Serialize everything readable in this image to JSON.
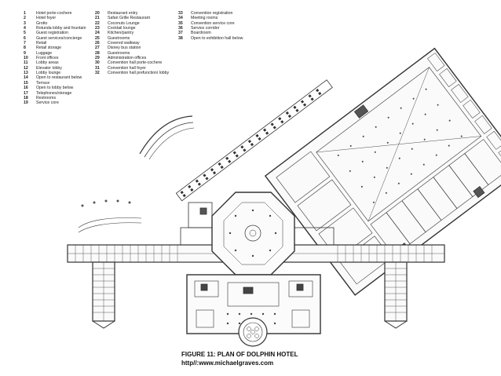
{
  "legend": {
    "column1": [
      {
        "num": "1",
        "label": "Hotel porte-cochere"
      },
      {
        "num": "2",
        "label": "Hotel foyer"
      },
      {
        "num": "3",
        "label": "Grotto"
      },
      {
        "num": "4",
        "label": "Rotunda lobby and fountain"
      },
      {
        "num": "5",
        "label": "Guest registration"
      },
      {
        "num": "6",
        "label": "Guest services/concierge"
      },
      {
        "num": "7",
        "label": "Retail"
      },
      {
        "num": "8",
        "label": "Retail storage"
      },
      {
        "num": "9",
        "label": "Luggage"
      },
      {
        "num": "10",
        "label": "Front offices"
      },
      {
        "num": "11",
        "label": "Lobby areas"
      },
      {
        "num": "12",
        "label": "Elevator lobby"
      },
      {
        "num": "13",
        "label": "Lobby lounge"
      },
      {
        "num": "14",
        "label": "Open to restaurant below"
      },
      {
        "num": "15",
        "label": "Terrace"
      },
      {
        "num": "16",
        "label": "Open to lobby below"
      },
      {
        "num": "17",
        "label": "Telephones/storage"
      },
      {
        "num": "18",
        "label": "Restrooms"
      },
      {
        "num": "19",
        "label": "Service core"
      }
    ],
    "column2": [
      {
        "num": "20",
        "label": "Restaurant entry"
      },
      {
        "num": "21",
        "label": "Safari Grille Restaurant"
      },
      {
        "num": "22",
        "label": "Coconuts Lounge"
      },
      {
        "num": "23",
        "label": "Cocktail lounge"
      },
      {
        "num": "24",
        "label": "Kitchen/pantry"
      },
      {
        "num": "25",
        "label": "Guestrooms"
      },
      {
        "num": "26",
        "label": "Covered walkway"
      },
      {
        "num": "27",
        "label": "Disney bus station"
      },
      {
        "num": "28",
        "label": "Guestrooms"
      },
      {
        "num": "29",
        "label": "Administration offices"
      },
      {
        "num": "30",
        "label": "Convention hall porte-cochere"
      },
      {
        "num": "31",
        "label": "Convention hall foyer"
      },
      {
        "num": "32",
        "label": "Convention hall prefunction/ lobby"
      }
    ],
    "column3": [
      {
        "num": "33",
        "label": "Convention registration"
      },
      {
        "num": "34",
        "label": "Meeting rooms"
      },
      {
        "num": "35",
        "label": "Convention service core"
      },
      {
        "num": "36",
        "label": "Service corridor"
      },
      {
        "num": "37",
        "label": "Boardroom"
      },
      {
        "num": "38",
        "label": "Open to exhibition hall below"
      }
    ]
  },
  "caption": {
    "line1": "FIGURE 11: PLAN OF DOLPHIN HOTEL",
    "line2": "http//:www.michaelgraves.com"
  }
}
